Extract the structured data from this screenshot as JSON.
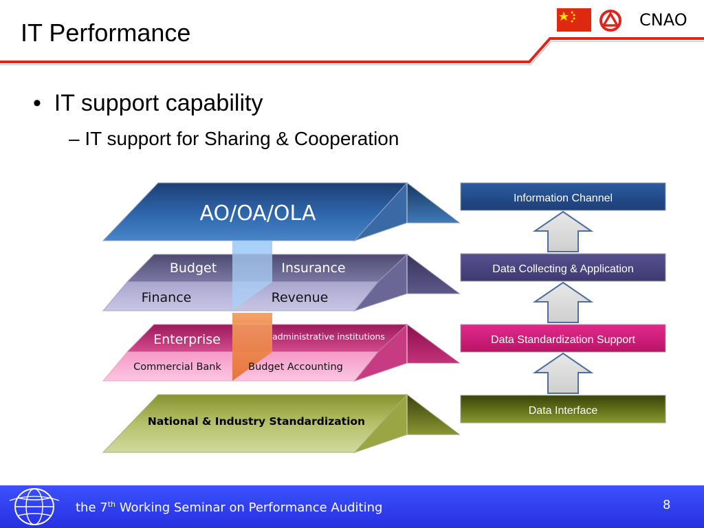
{
  "header": {
    "title": "IT Performance",
    "brand": "CNAO",
    "accent_color": "#e1251b"
  },
  "bullets": {
    "level1": "IT support capability",
    "level2_dash": "–",
    "level2": "IT support for Sharing & Cooperation"
  },
  "diagram": {
    "top_layer": "AO/OA/OLA",
    "layer2": {
      "back_left": "Budget",
      "back_right": "Insurance",
      "front_left": "Finance",
      "front_right": "Revenue"
    },
    "layer3": {
      "back_left": "Enterprise",
      "back_right": "administrative institutions",
      "front_left": "Commercial Bank",
      "front_right": "Budget Accounting"
    },
    "layer4": "National & Industry Standardization",
    "side_boxes": [
      {
        "label": "Information Channel"
      },
      {
        "label": "Data Collecting & Application"
      },
      {
        "label": "Data Standardization Support"
      },
      {
        "label": "Data Interface"
      }
    ]
  },
  "footer": {
    "prefix": "the 7",
    "superscript": "th",
    "suffix": " Working Seminar on Performance Auditing",
    "page_number": "8"
  }
}
